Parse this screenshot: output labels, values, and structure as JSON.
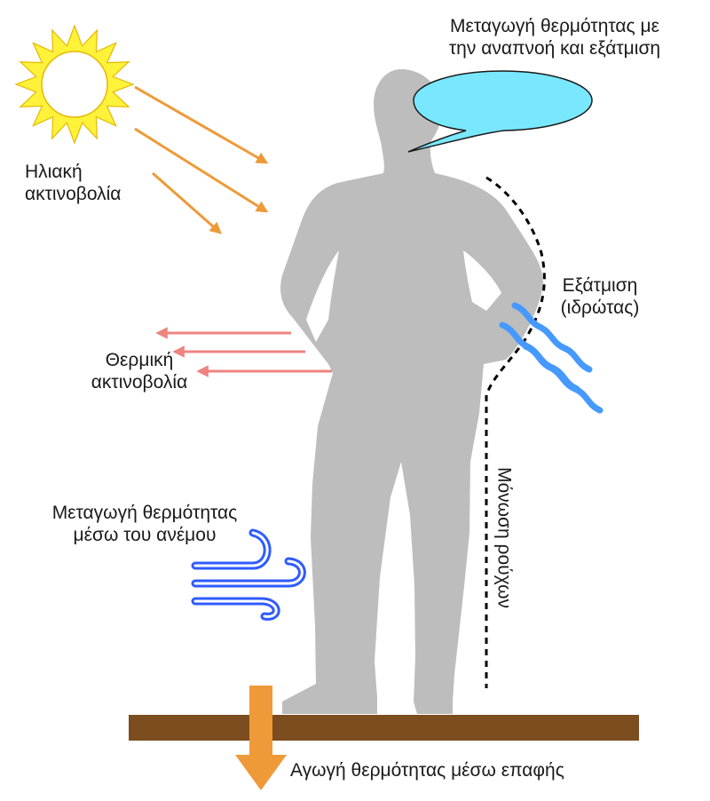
{
  "labels": {
    "solar_line1": "Ηλιακή",
    "solar_line2": "ακτινοβολία",
    "breath_line1": "Μεταγωγή θερμότητας με",
    "breath_line2": "την αναπνοή και εξάτμιση",
    "sweat_line1": "Εξάτμιση",
    "sweat_line2": "(ιδρώτας)",
    "thermal_line1": "Θερμική",
    "thermal_line2": "ακτινοβολία",
    "wind_line1": "Μεταγωγή θερμότητας",
    "wind_line2": "μέσω του ανέμου",
    "clothing": "Μόνωση ρούχων",
    "ground": "Αγωγή θερμότητας μέσω επαφής"
  },
  "colors": {
    "sun_fill": "#FFF23A",
    "sun_core": "#FFFFFF",
    "solar_arrow": "#EE9A38",
    "thermal_arrow": "#EE8480",
    "person": "#BDBDBD",
    "bubble": "#79E8FF",
    "sweat_wave": "#4599FF",
    "wind": "#2F5BFF",
    "ground": "#7C4D1E",
    "contact_arrow": "#EE9A38",
    "insulation": "#000000"
  },
  "icons": [
    "sun-icon",
    "person-silhouette",
    "speech-bubble-icon",
    "sweat-waves-icon",
    "wind-icon",
    "ground-bar",
    "contact-arrow-icon"
  ]
}
